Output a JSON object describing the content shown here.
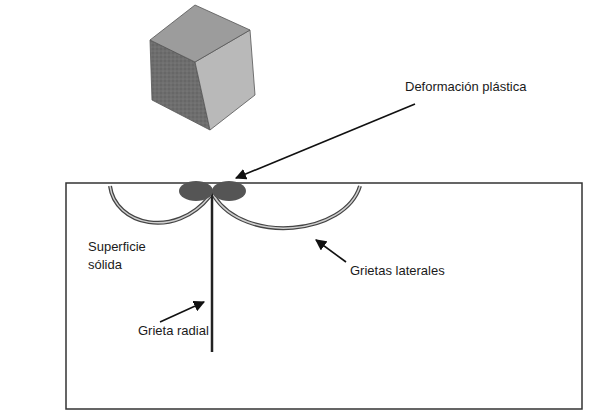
{
  "diagram": {
    "labels": [
      "Deformación plástica",
      "Superficie sólida",
      "Grietas laterales",
      "Grieta radial"
    ]
  }
}
